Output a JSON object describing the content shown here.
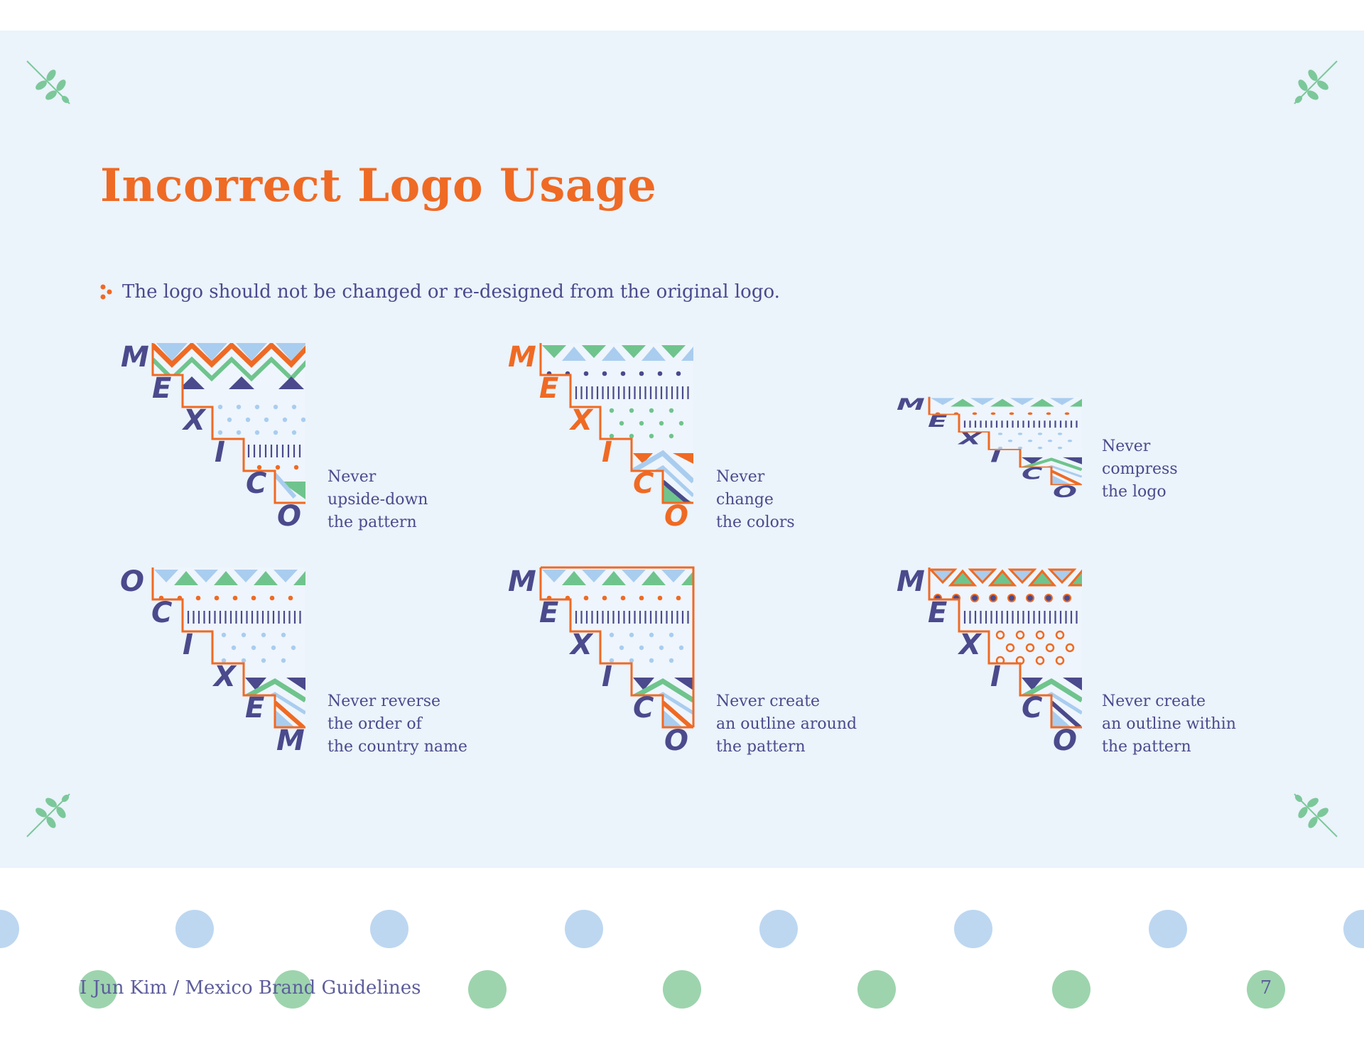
{
  "title": "Incorrect Logo Usage",
  "intro": "The logo should not be changed or re-designed from the original logo.",
  "colors": {
    "accent_orange": "#ef6a24",
    "navy": "#4a4a8c",
    "green": "#6fc48d",
    "light_blue": "#a9cdef",
    "panel_background": "#ebf3fb"
  },
  "examples": [
    {
      "letters": [
        "M",
        "E",
        "X",
        "I",
        "C",
        "O"
      ],
      "caption": [
        "Never",
        "upside-down",
        "the pattern"
      ]
    },
    {
      "letters": [
        "M",
        "E",
        "X",
        "I",
        "C",
        "O"
      ],
      "caption": [
        "Never",
        "change",
        "the colors"
      ]
    },
    {
      "letters": [
        "M",
        "E",
        "X",
        "I",
        "C",
        "O"
      ],
      "caption": [
        "Never",
        "compress",
        "the logo"
      ]
    },
    {
      "letters": [
        "O",
        "C",
        "I",
        "X",
        "E",
        "M"
      ],
      "caption": [
        "Never reverse",
        "the order of",
        "the country name"
      ]
    },
    {
      "letters": [
        "M",
        "E",
        "X",
        "I",
        "C",
        "O"
      ],
      "caption": [
        "Never create",
        "an outline around",
        "the pattern"
      ]
    },
    {
      "letters": [
        "M",
        "E",
        "X",
        "I",
        "C",
        "O"
      ],
      "caption": [
        "Never create",
        "an outline within",
        "the pattern"
      ]
    }
  ],
  "footer": {
    "text": "I Jun Kim / Mexico Brand Guidelines",
    "page_number": "7"
  }
}
